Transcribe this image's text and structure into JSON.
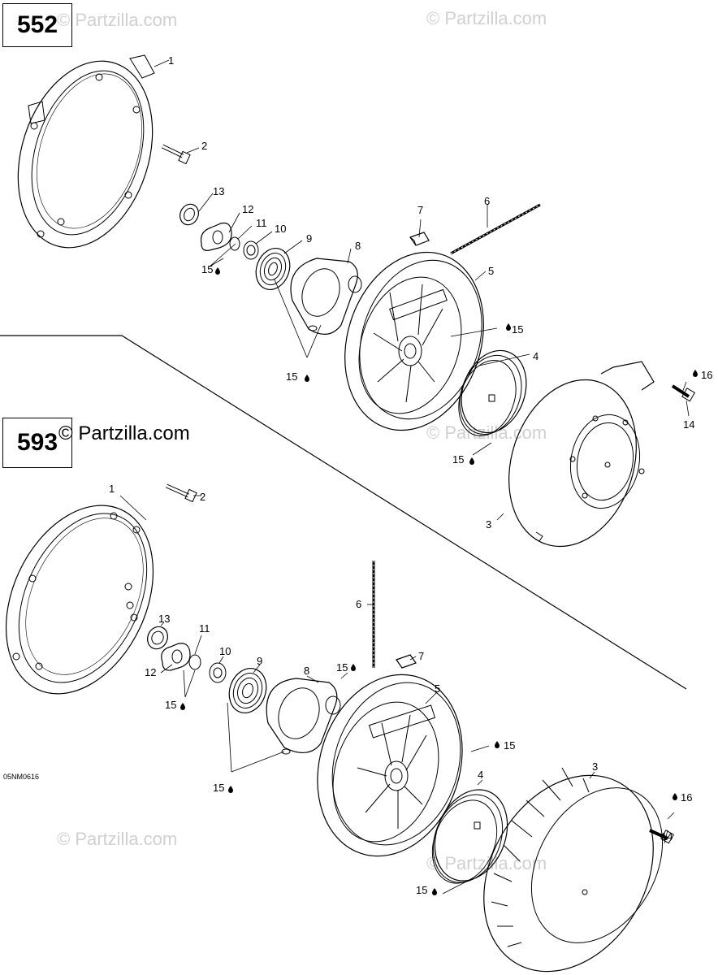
{
  "sections": [
    {
      "label": "552"
    },
    {
      "label": "593"
    }
  ],
  "watermarks": {
    "partzilla": "© Partzilla.com"
  },
  "drawing_code": "05NM0616",
  "callouts": {
    "c1": "1",
    "c2": "2",
    "c3": "3",
    "c4": "4",
    "c5": "5",
    "c6": "6",
    "c7": "7",
    "c8": "8",
    "c9": "9",
    "c10": "10",
    "c11": "11",
    "c12": "12",
    "c13": "13",
    "c14": "14",
    "c15": "15",
    "c16": "16"
  }
}
